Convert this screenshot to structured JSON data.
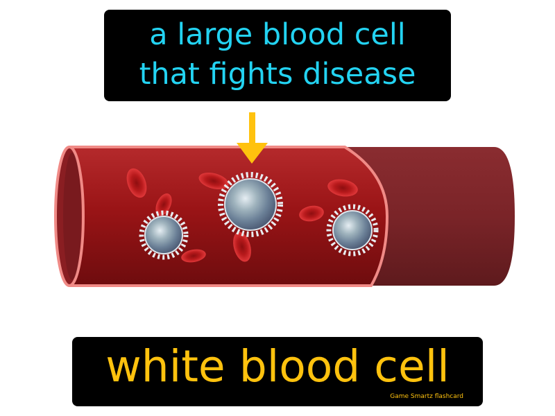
{
  "definition": {
    "line1": "a large blood cell",
    "line2": "that fights disease"
  },
  "term": "white blood cell",
  "branding": "Game  Smartz  flashcard",
  "colors": {
    "box_background": "#000000",
    "definition_text": "#23d3f2",
    "term_text": "#ffc20e",
    "arrow": "#ffc20e",
    "vessel_outer": "#7a2428",
    "vessel_inner": "#9a1416",
    "vessel_edge": "#f08a86",
    "red_blood_cell": "#d8262a",
    "white_blood_cell": "#9aa7b4"
  },
  "icons": {
    "pointer": "down-arrow-icon"
  }
}
